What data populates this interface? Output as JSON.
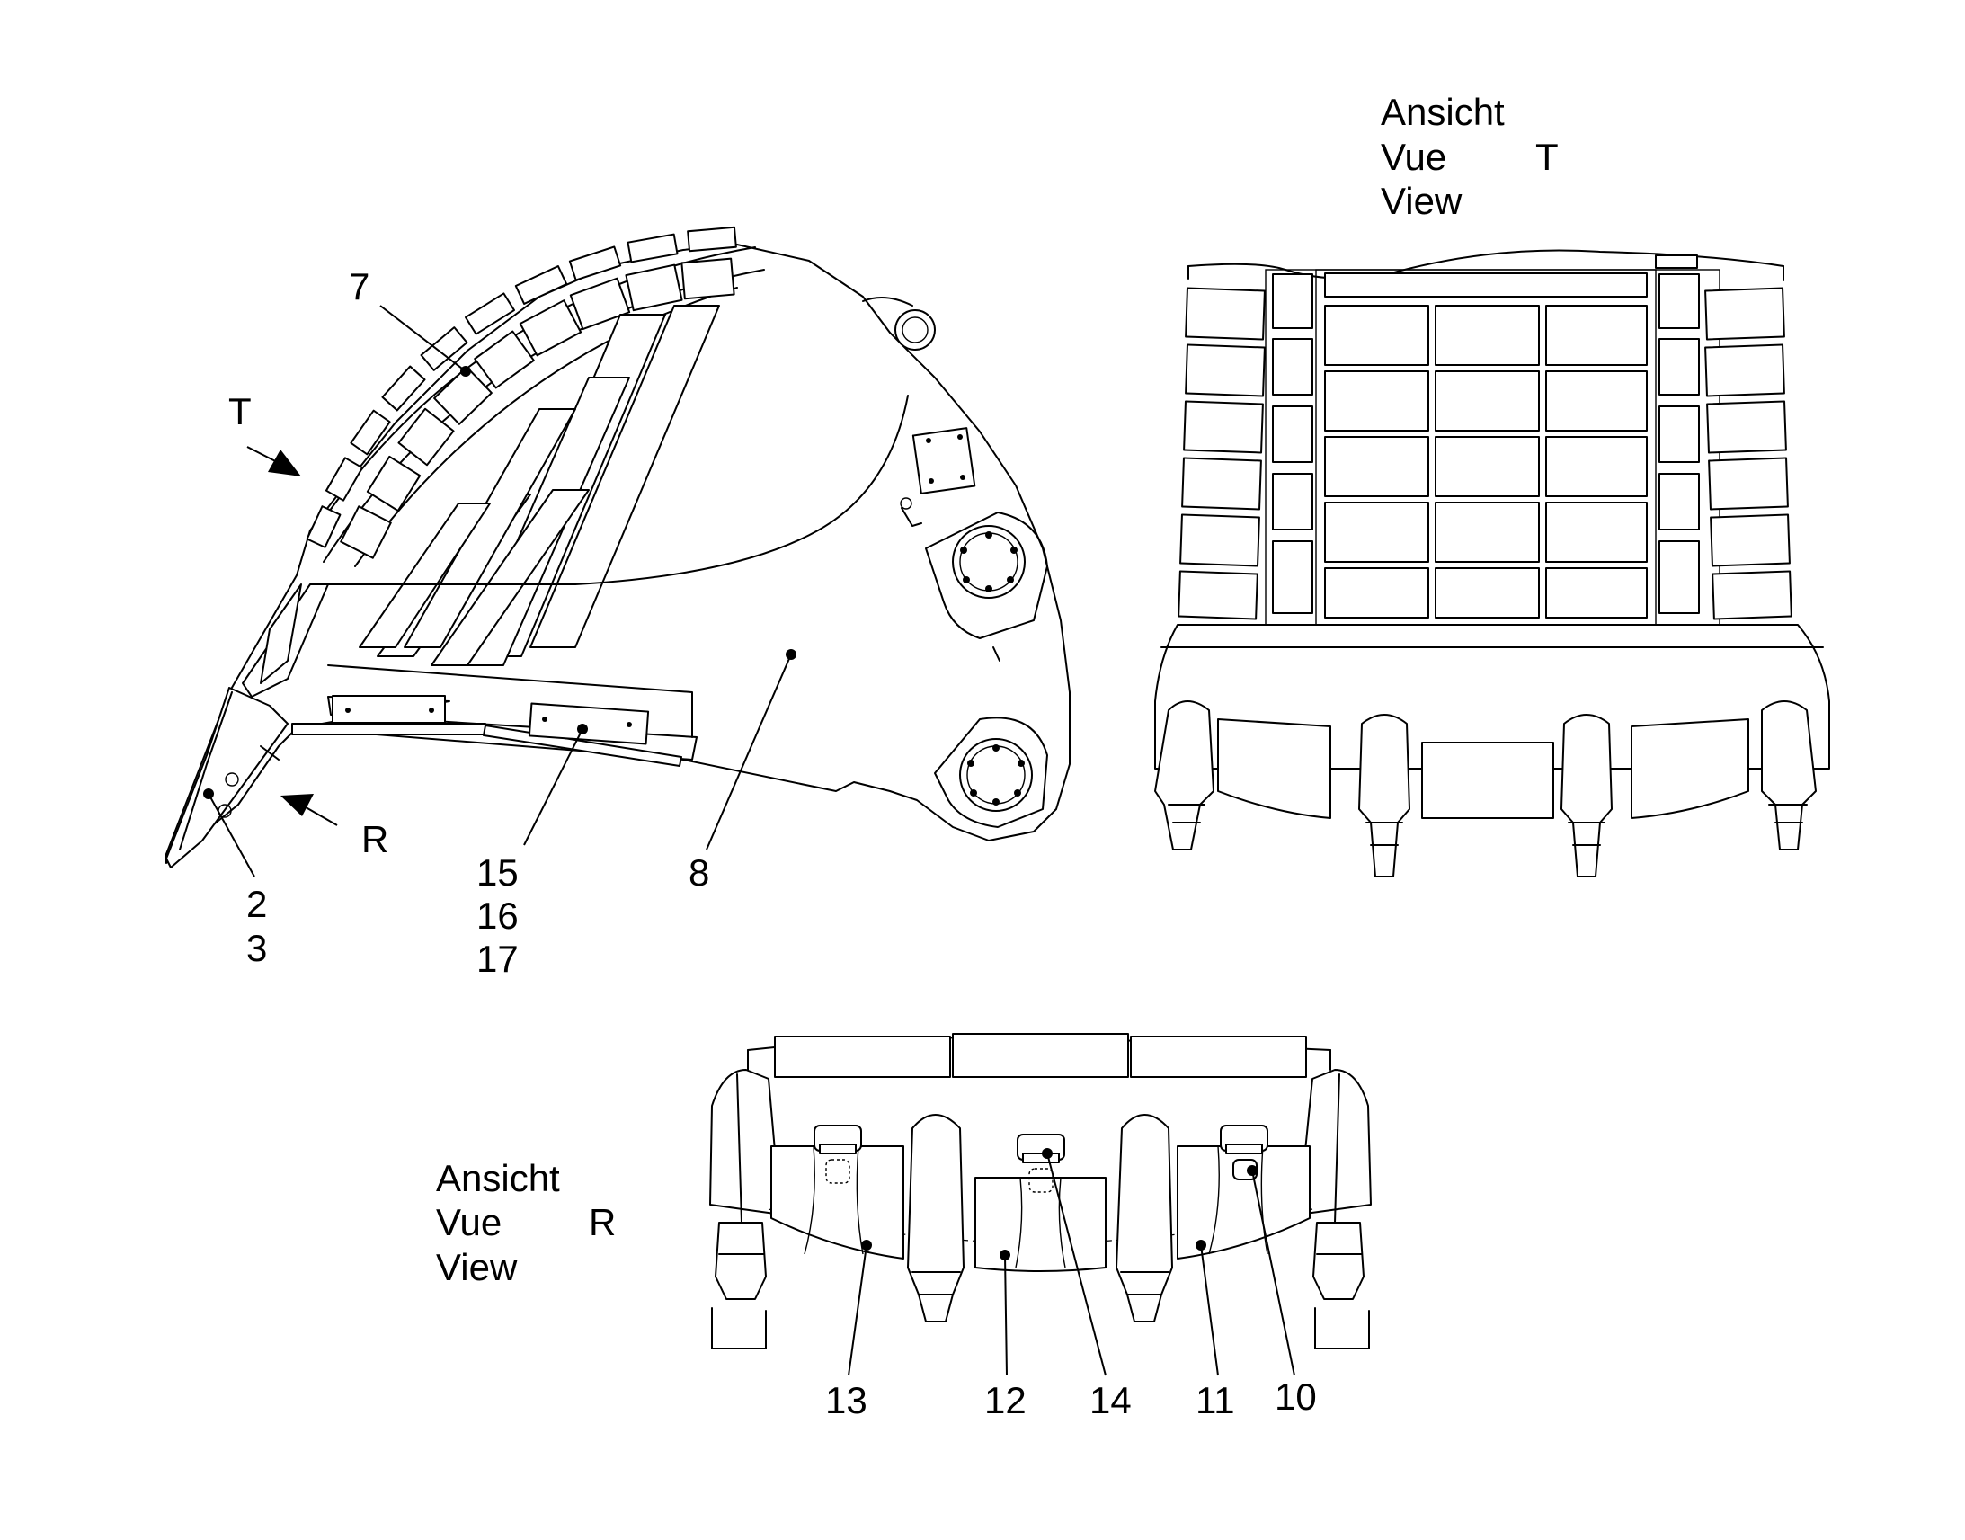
{
  "views": {
    "view_t": {
      "line1": "Ansicht",
      "line2": "Vue",
      "line3": "View",
      "letter": "T"
    },
    "view_r": {
      "line1": "Ansicht",
      "line2": "Vue",
      "line3": "View",
      "letter": "R"
    }
  },
  "arrows": {
    "t": "T",
    "r": "R"
  },
  "callouts": {
    "c7": "7",
    "c8": "8",
    "c2": "2",
    "c3": "3",
    "c15": "15",
    "c16": "16",
    "c17": "17",
    "c13": "13",
    "c12": "12",
    "c14": "14",
    "c11": "11",
    "c10": "10"
  }
}
